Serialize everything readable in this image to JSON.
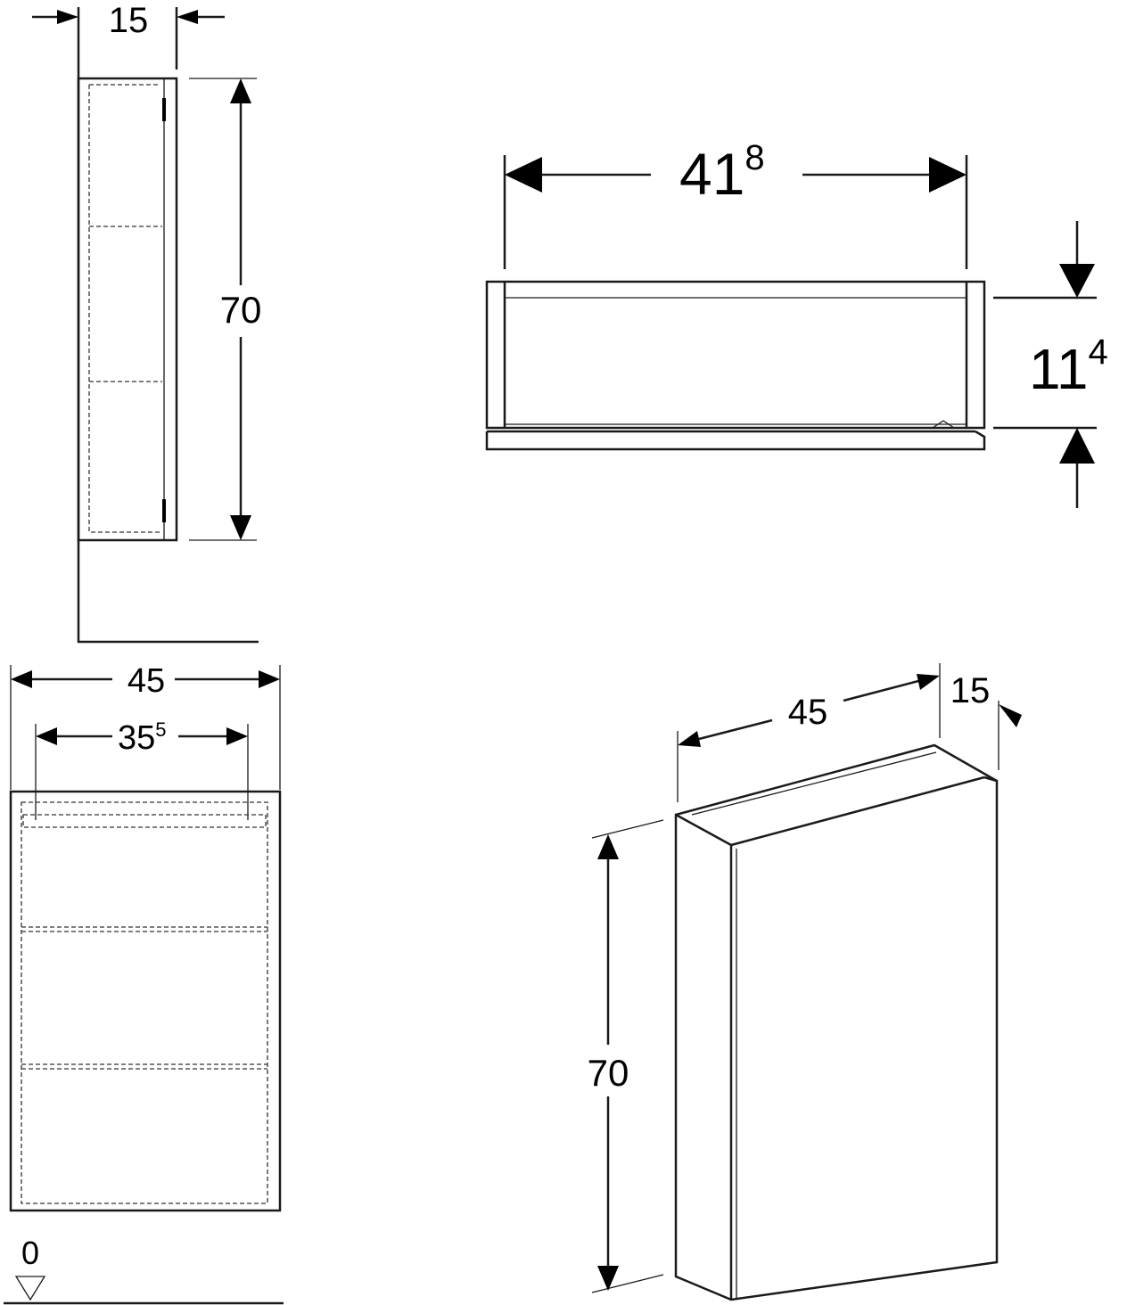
{
  "drawing": {
    "side_view": {
      "depth": "15",
      "height": "70"
    },
    "top_view": {
      "width_main": "41",
      "width_sup": "8",
      "height_main": "11",
      "height_sup": "4"
    },
    "front_view": {
      "width": "45",
      "inner_main": "35",
      "inner_sup": "5",
      "floor_level": "0"
    },
    "iso_view": {
      "width": "45",
      "depth": "15",
      "height": "70"
    }
  }
}
